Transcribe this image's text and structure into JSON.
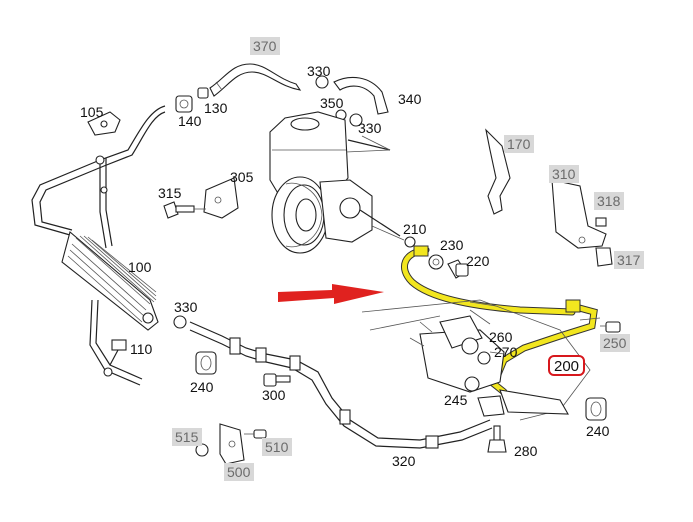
{
  "diagram": {
    "labels": [
      {
        "id": "p370",
        "text": "370",
        "boxed": true
      },
      {
        "id": "p330a",
        "text": "330",
        "boxed": false
      },
      {
        "id": "p340",
        "text": "340",
        "boxed": false
      },
      {
        "id": "p350",
        "text": "350",
        "boxed": false
      },
      {
        "id": "p330b",
        "text": "330",
        "boxed": false
      },
      {
        "id": "p105",
        "text": "105",
        "boxed": false
      },
      {
        "id": "p140",
        "text": "140",
        "boxed": false
      },
      {
        "id": "p130",
        "text": "130",
        "boxed": false
      },
      {
        "id": "p170",
        "text": "170",
        "boxed": true
      },
      {
        "id": "p310",
        "text": "310",
        "boxed": true
      },
      {
        "id": "p318",
        "text": "318",
        "boxed": true
      },
      {
        "id": "p317",
        "text": "317",
        "boxed": true
      },
      {
        "id": "p315",
        "text": "315",
        "boxed": false
      },
      {
        "id": "p305",
        "text": "305",
        "boxed": false
      },
      {
        "id": "p210",
        "text": "210",
        "boxed": false
      },
      {
        "id": "p230",
        "text": "230",
        "boxed": false
      },
      {
        "id": "p220",
        "text": "220",
        "boxed": false
      },
      {
        "id": "p100",
        "text": "100",
        "boxed": false
      },
      {
        "id": "p330c",
        "text": "330",
        "boxed": false
      },
      {
        "id": "p110",
        "text": "110",
        "boxed": false
      },
      {
        "id": "p260",
        "text": "260",
        "boxed": false
      },
      {
        "id": "p270",
        "text": "270",
        "boxed": false
      },
      {
        "id": "p250",
        "text": "250",
        "boxed": true
      },
      {
        "id": "p200",
        "text": "200",
        "boxed": false,
        "highlighted": true
      },
      {
        "id": "p240a",
        "text": "240",
        "boxed": false
      },
      {
        "id": "p300",
        "text": "300",
        "boxed": false
      },
      {
        "id": "p245",
        "text": "245",
        "boxed": false
      },
      {
        "id": "p240b",
        "text": "240",
        "boxed": false
      },
      {
        "id": "p515",
        "text": "515",
        "boxed": true
      },
      {
        "id": "p510",
        "text": "510",
        "boxed": true
      },
      {
        "id": "p500",
        "text": "500",
        "boxed": true
      },
      {
        "id": "p320",
        "text": "320",
        "boxed": false
      },
      {
        "id": "p280",
        "text": "280",
        "boxed": false
      }
    ],
    "colors": {
      "highlight_hose": "#f2e61f",
      "highlight_outline": "#d7181d",
      "arrow": "#e0221f",
      "box_fill": "#d8d8d8",
      "box_text": "#6b6b6b"
    }
  }
}
